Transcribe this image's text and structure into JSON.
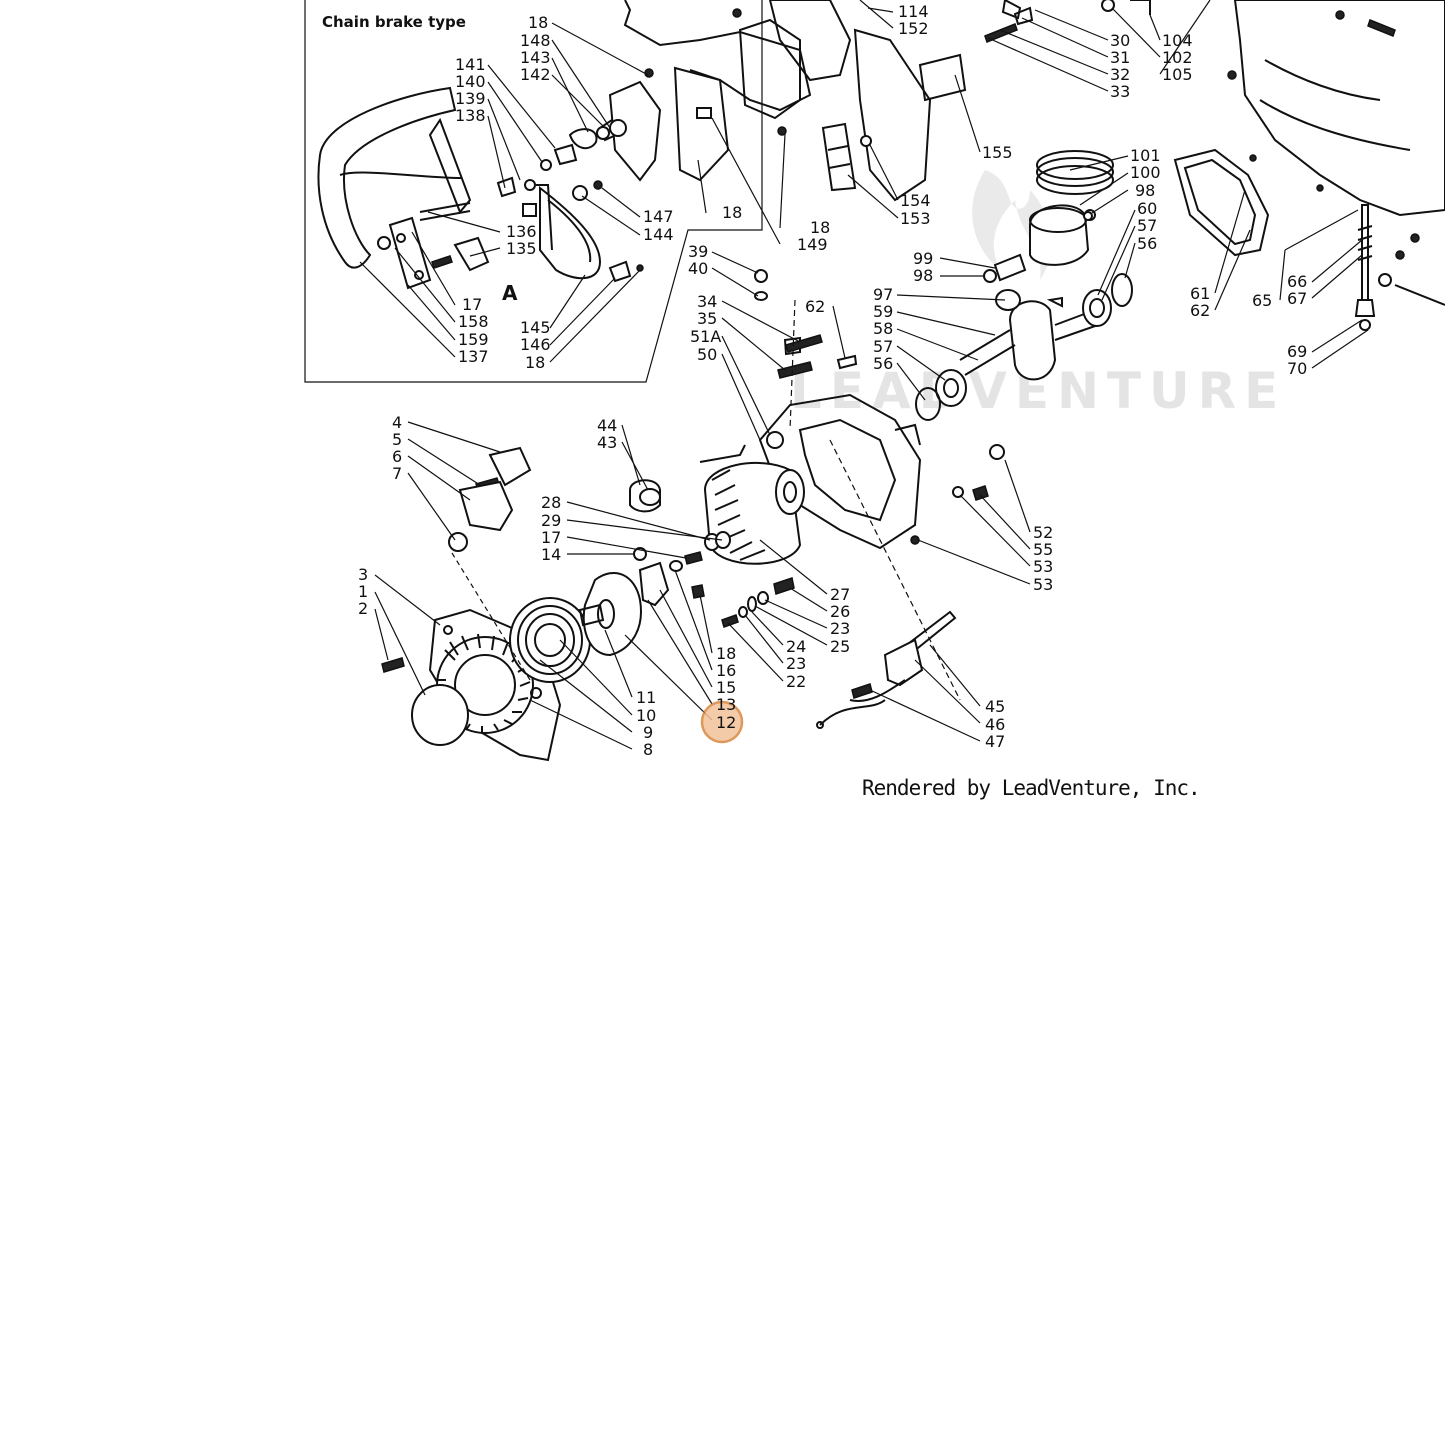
{
  "diagram": {
    "inset_title": "Chain brake type",
    "inset_marker": "A",
    "watermark": "LEADVENTURE",
    "credit": "Rendered by LeadVenture, Inc.",
    "highlighted_callout": "12",
    "colors": {
      "line": "#111111",
      "highlight_fill": "#f2c39a",
      "highlight_stroke": "#d6883f",
      "watermark": "#cfcfcf"
    },
    "callouts": {
      "c18a": "18",
      "c148": "148",
      "c143": "143",
      "c142": "142",
      "c141": "141",
      "c140": "140",
      "c139": "139",
      "c138": "138",
      "c136": "136",
      "c135": "135",
      "c17a": "17",
      "c158": "158",
      "c159": "159",
      "c137": "137",
      "c147": "147",
      "c144": "144",
      "c145": "145",
      "c146": "146",
      "c18b": "18",
      "c18c": "18",
      "c18d": "18",
      "c149": "149",
      "c114": "114",
      "c152": "152",
      "c30": "30",
      "c31": "31",
      "c32": "32",
      "c33": "33",
      "c104": "104",
      "c102": "102",
      "c105": "105",
      "c155": "155",
      "c154": "154",
      "c153": "153",
      "c101": "101",
      "c100": "100",
      "c98a": "98",
      "c60": "60",
      "c57a": "57",
      "c56a": "56",
      "c99": "99",
      "c98b": "98",
      "c97": "97",
      "c59": "59",
      "c58": "58",
      "c57b": "57",
      "c56b": "56",
      "c61": "61",
      "c62a": "62",
      "c65": "65",
      "c66": "66",
      "c67": "67",
      "c69": "69",
      "c70": "70",
      "c39": "39",
      "c40": "40",
      "c34": "34",
      "c35": "35",
      "c51A": "51A",
      "c50": "50",
      "c62b": "62",
      "c4": "4",
      "c5": "5",
      "c6": "6",
      "c7": "7",
      "c44": "44",
      "c43": "43",
      "c28": "28",
      "c29": "29",
      "c17b": "17",
      "c14": "14",
      "c52": "52",
      "c55": "55",
      "c53a": "53",
      "c53b": "53",
      "c27": "27",
      "c26": "26",
      "c23a": "23",
      "c25": "25",
      "c24": "24",
      "c23b": "23",
      "c22": "22",
      "c3": "3",
      "c1": "1",
      "c2": "2",
      "c11": "11",
      "c10": "10",
      "c9": "9",
      "c8": "8",
      "c18e": "18",
      "c16": "16",
      "c15": "15",
      "c13": "13",
      "c12": "12",
      "c45": "45",
      "c46": "46",
      "c47": "47"
    }
  }
}
